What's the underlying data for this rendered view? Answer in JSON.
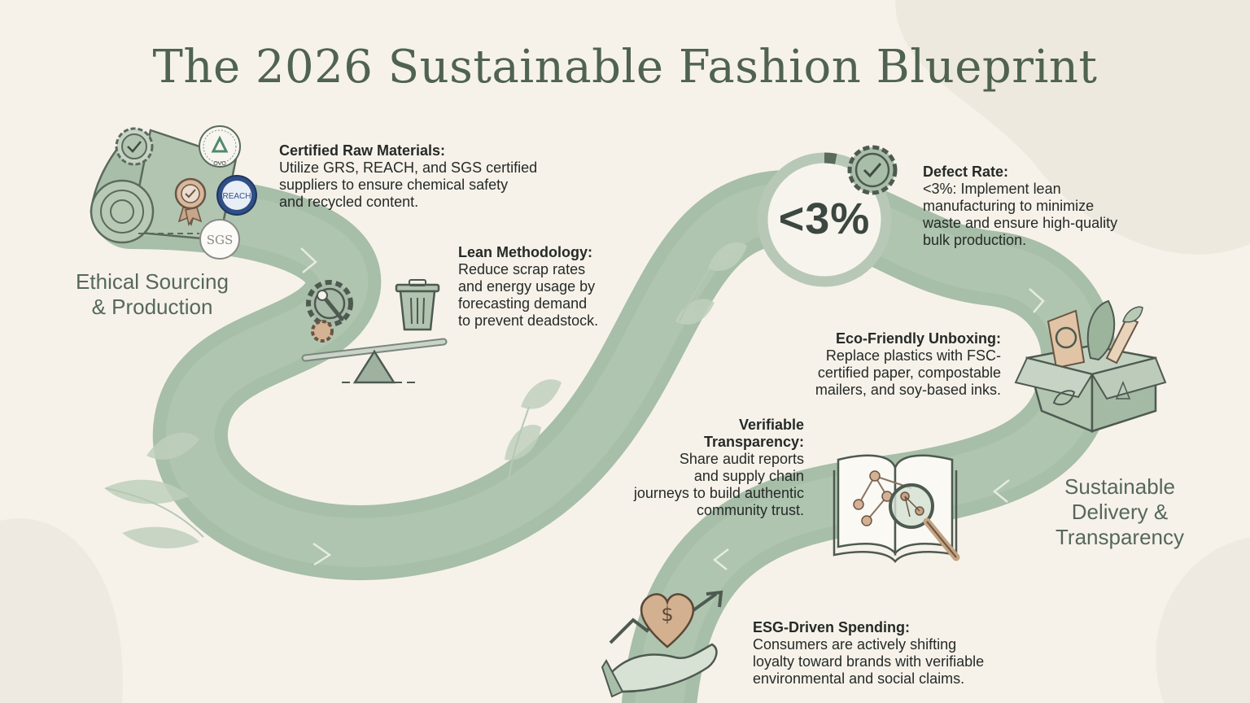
{
  "title": "The 2026 Sustainable Fashion Blueprint",
  "sections": {
    "left": {
      "line1": "Ethical Sourcing",
      "line2": "& Production"
    },
    "right": {
      "line1": "Sustainable",
      "line2": "Delivery &",
      "line3": "Transparency"
    }
  },
  "stat": {
    "value": "<3%",
    "ring_fill_fraction": 0.03
  },
  "badges": {
    "reach": "REACH",
    "sgs": "SGS",
    "ovo": "OVO"
  },
  "items": {
    "certified": {
      "heading": "Certified Raw Materials:",
      "lines": [
        "Utilize GRS, REACH, and SGS certified",
        "suppliers to ensure chemical safety",
        "and recycled content."
      ]
    },
    "lean": {
      "heading": "Lean Methodology:",
      "lines": [
        "Reduce scrap rates",
        "and energy usage by",
        "forecasting demand",
        "to prevent deadstock."
      ]
    },
    "defect": {
      "heading": "Defect Rate:",
      "lines": [
        "<3%: Implement lean",
        "manufacturing to minimize",
        "waste and ensure high-quality",
        "bulk production."
      ]
    },
    "unboxing": {
      "heading": "Eco-Friendly Unboxing:",
      "lines": [
        "Replace plastics with FSC-",
        "certified paper, compostable",
        "mailers, and soy-based inks."
      ]
    },
    "transparency": {
      "heading1": "Verifiable",
      "heading2": "Transparency:",
      "lines": [
        "Share audit reports",
        "and supply chain",
        "journeys to build authentic",
        "community trust."
      ]
    },
    "esg": {
      "heading": "ESG-Driven Spending:",
      "lines": [
        "Consumers are actively shifting",
        "loyalty toward brands with verifiable",
        "environmental and social claims."
      ]
    }
  },
  "icons": {
    "fabric": "fabric-roll-icon",
    "scale": "balance-scale-icon",
    "gears": "gears-icon",
    "trash": "trash-bin-icon",
    "badge": "certification-gear-badge-icon",
    "box": "eco-box-icon",
    "book": "book-magnifier-icon",
    "hand": "heart-hand-icon"
  },
  "colors": {
    "background": "#f6f2ea",
    "path": "#9fb7a0",
    "path_dark": "#8aa68c",
    "title": "#4f6350",
    "icon_stroke": "#4d5a50"
  }
}
